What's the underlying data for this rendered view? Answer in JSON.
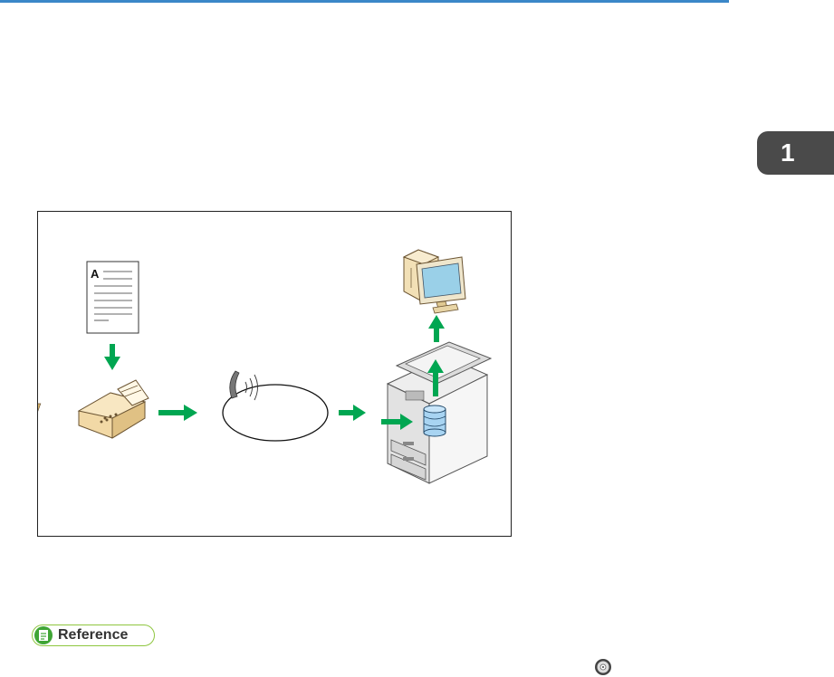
{
  "page": {
    "accent_color": "#3b87c8",
    "chapter_number": "1",
    "chapter_tab_color": "#4a4a4a"
  },
  "figure": {
    "document_letter": "A",
    "arrow_color": "#00a651",
    "icons": [
      "document-icon",
      "fax-machine-icon",
      "telephone-line-icon",
      "multifunction-printer-icon",
      "hard-disk-icon",
      "computer-icon"
    ]
  },
  "reference": {
    "label": "Reference",
    "badge_color": "#8ec63f"
  },
  "footer": {
    "icon": "cd-rom-icon"
  }
}
